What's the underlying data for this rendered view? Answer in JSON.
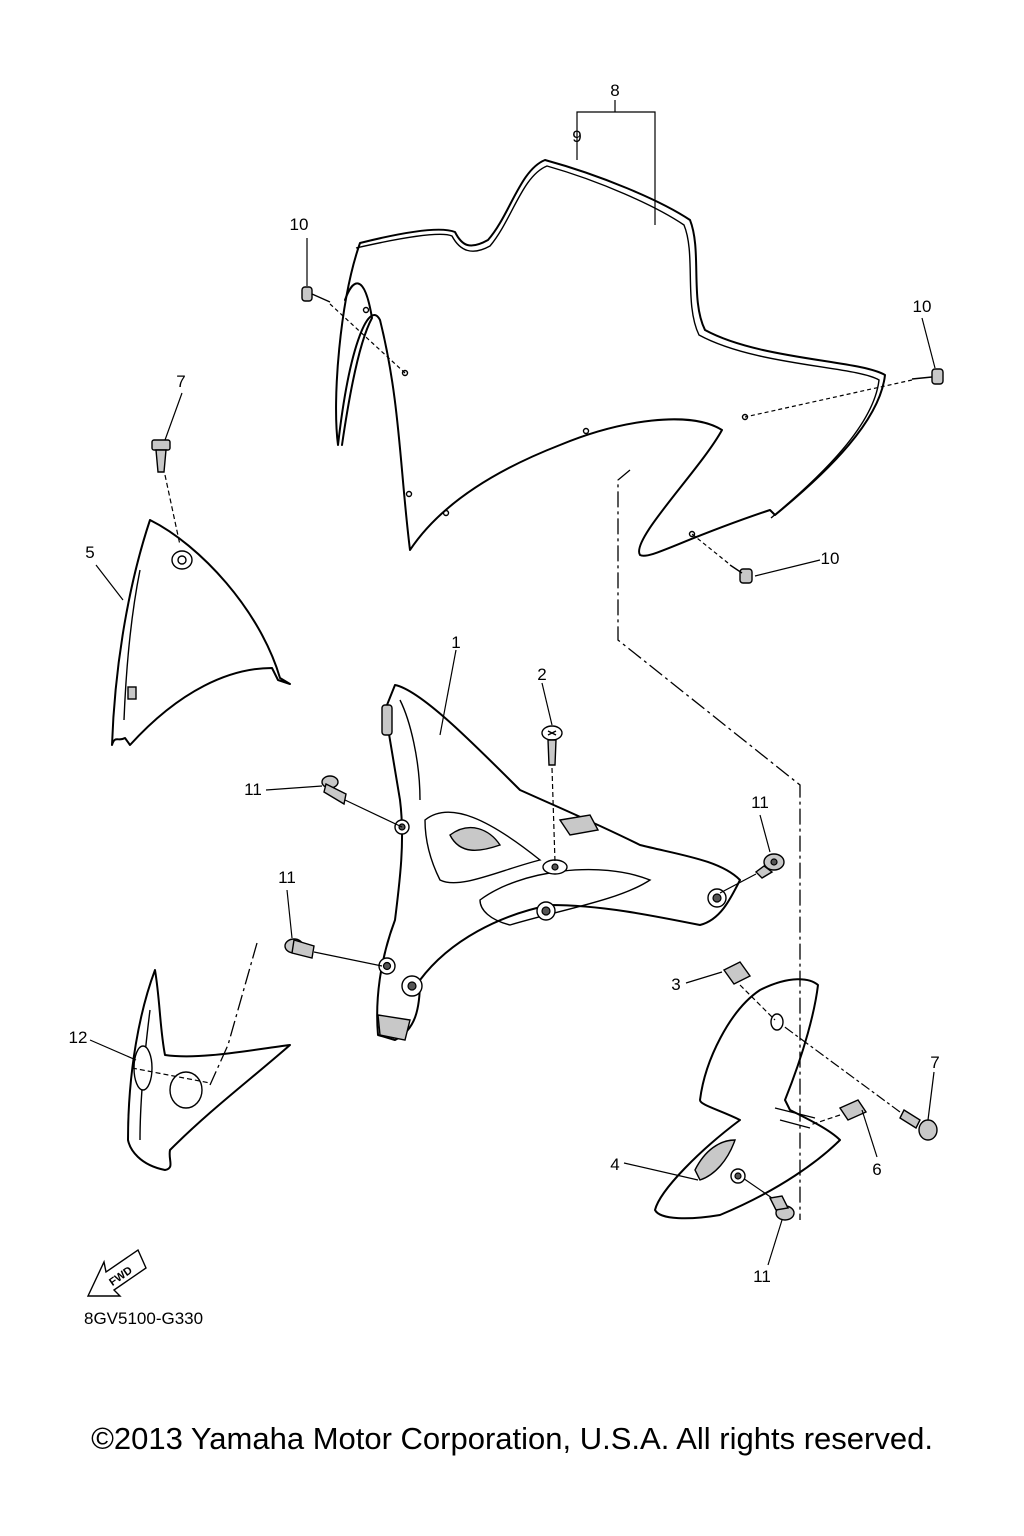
{
  "diagram": {
    "callouts": [
      {
        "id": "c1",
        "label": "1"
      },
      {
        "id": "c2",
        "label": "2"
      },
      {
        "id": "c3",
        "label": "3"
      },
      {
        "id": "c4",
        "label": "4"
      },
      {
        "id": "c5",
        "label": "5"
      },
      {
        "id": "c6",
        "label": "6"
      },
      {
        "id": "c7a",
        "label": "7"
      },
      {
        "id": "c7b",
        "label": "7"
      },
      {
        "id": "c8",
        "label": "8"
      },
      {
        "id": "c9",
        "label": "9"
      },
      {
        "id": "c10a",
        "label": "10"
      },
      {
        "id": "c10b",
        "label": "10"
      },
      {
        "id": "c10c",
        "label": "10"
      },
      {
        "id": "c11a",
        "label": "11"
      },
      {
        "id": "c11b",
        "label": "11"
      },
      {
        "id": "c11c",
        "label": "11"
      },
      {
        "id": "c11d",
        "label": "11"
      },
      {
        "id": "c12",
        "label": "12"
      }
    ],
    "fwd_label": "FWD",
    "reference_code": "8GV5100-G330",
    "copyright": "©2013 Yamaha Motor Corporation, U.S.A. All rights reserved."
  }
}
